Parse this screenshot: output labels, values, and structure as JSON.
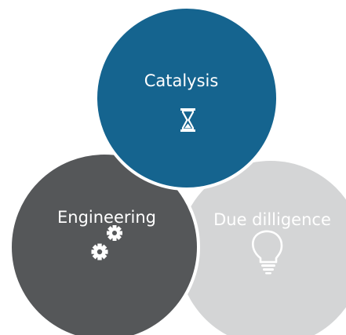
{
  "circles": [
    {
      "id": "catalysis",
      "label": "Catalysis",
      "icon": "hourglass-icon",
      "fill": "#15648f",
      "text_color": "#ffffff"
    },
    {
      "id": "engineering",
      "label": "Engineering",
      "icon": "gears-icon",
      "fill": "#555759",
      "text_color": "#ffffff"
    },
    {
      "id": "due-diligence",
      "label": "Due dilligence",
      "icon": "lightbulb-icon",
      "fill": "#d4d5d6",
      "text_color": "#ffffff"
    }
  ],
  "colors": {
    "background": "#ffffff",
    "outline": "#ffffff"
  }
}
